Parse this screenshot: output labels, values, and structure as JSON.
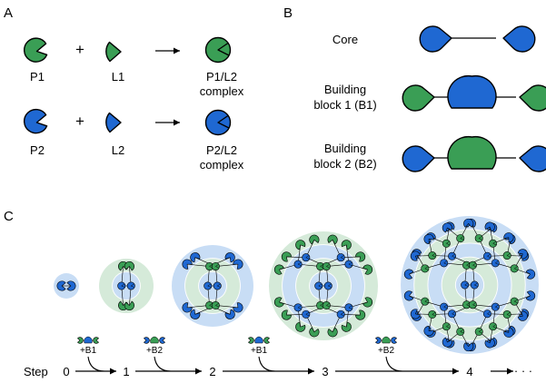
{
  "colors": {
    "green": "#3a9e55",
    "blue": "#1f68d2",
    "light_green": "#d5ead9",
    "light_blue": "#c8ddf5",
    "stroke": "#000000"
  },
  "panel_a": {
    "label": "A",
    "plus": "+",
    "row1": {
      "protein": "P1",
      "ligand": "L1",
      "complex_line1": "P1/L2",
      "complex_line2": "complex"
    },
    "row2": {
      "protein": "P2",
      "ligand": "L2",
      "complex_line1": "P2/L2",
      "complex_line2": "complex"
    }
  },
  "panel_b": {
    "label": "B",
    "core": "Core",
    "b1_line1": "Building",
    "b1_line2": "block 1 (B1)",
    "b2_line1": "Building",
    "b2_line2": "block 2 (B2)"
  },
  "panel_c": {
    "label": "C",
    "step_label": "Step",
    "steps": [
      "0",
      "1",
      "2",
      "3",
      "4"
    ],
    "ellipsis": "· · ·",
    "additions": [
      "+B1",
      "+B2",
      "+B1",
      "+B2"
    ]
  }
}
